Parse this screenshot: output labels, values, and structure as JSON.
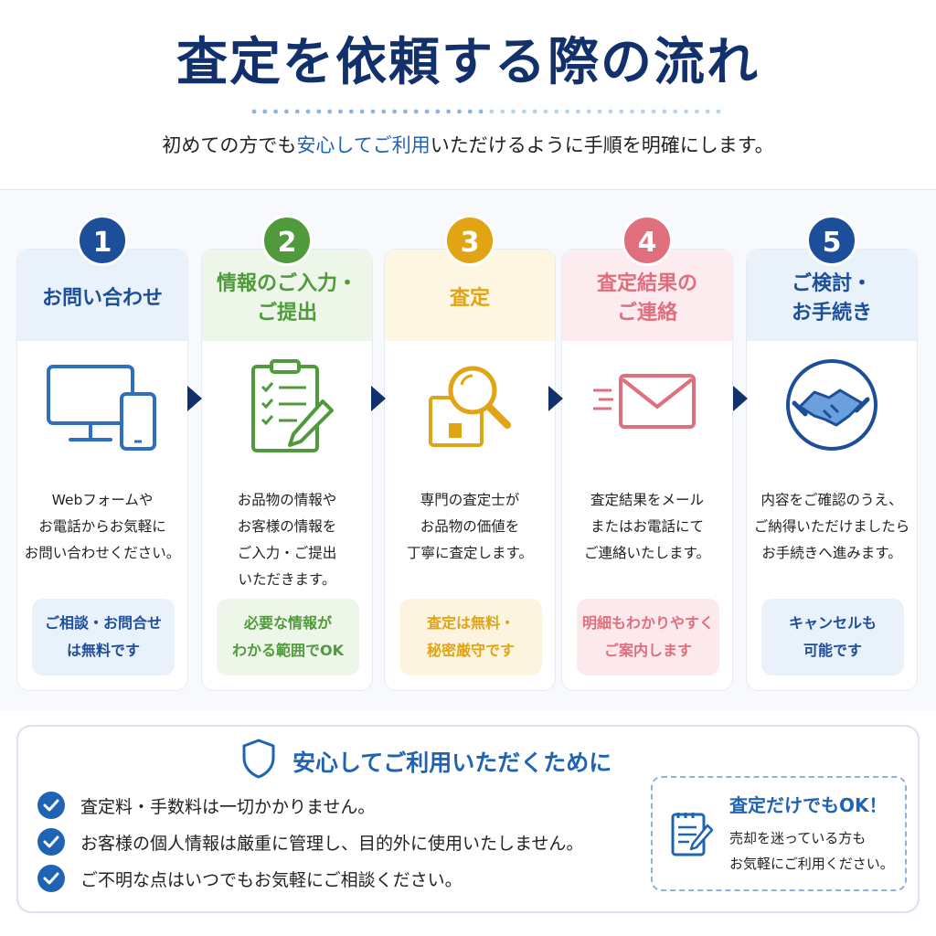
{
  "header": {
    "title": "査定を依頼する際の流れ",
    "subtitle_before": "初めての方でも",
    "subtitle_highlight": "安心してご利用",
    "subtitle_after": "いただけるように手順を明確にします。"
  },
  "steps": [
    {
      "number": "1",
      "title": "お問い合わせ",
      "icon": "monitor-and-phone-icon",
      "description": "Webフォームや\nお電話からお気軽に\nお問い合わせください。",
      "note": "ご相談・お問合せ\nは無料です",
      "color": "#1d4e9a",
      "head_bg": "#e9f1fb",
      "note_bg": "#e9f1fb"
    },
    {
      "number": "2",
      "title": "情報のご入力・\nご提出",
      "icon": "clipboard-checklist-icon",
      "description": "お品物の情報や\nお客様の情報を\nご入力・ご提出\nいただきます。",
      "note": "必要な情報が\nわかる範囲でOK",
      "color": "#4f9a3a",
      "head_bg": "#eef6e9",
      "note_bg": "#eef6e9"
    },
    {
      "number": "3",
      "title": "査定",
      "icon": "magnifier-box-icon",
      "description": "専門の査定士が\nお品物の価値を\n丁寧に査定します。",
      "note": "査定は無料・\n秘密厳守です",
      "color": "#e0a414",
      "head_bg": "#fdf6e3",
      "note_bg": "#fdf4df"
    },
    {
      "number": "4",
      "title": "査定結果の\nご連絡",
      "icon": "envelope-icon",
      "description": "査定結果をメール\nまたはお電話にて\nご連絡いたします。",
      "note": "明細もわかりやすく\nご案内します",
      "color": "#df6f7d",
      "head_bg": "#fcecef",
      "note_bg": "#fbe9ec"
    },
    {
      "number": "5",
      "title": "ご検討・\nお手続き",
      "icon": "handshake-icon",
      "description": "内容をご確認のうえ、\nご納得いただけましたら\nお手続きへ進みます。",
      "note": "キャンセルも\n可能です",
      "color": "#1d4e9a",
      "head_bg": "#e9f1fb",
      "note_bg": "#e9f1fb"
    }
  ],
  "assurance": {
    "title": "安心してご利用いただくために",
    "items": [
      "査定料・手数料は一切かかりません。",
      "お客様の個人情報は厳重に管理し、目的外に使用いたしません。",
      "ご不明な点はいつでもお気軽にご相談ください。"
    ],
    "ok_box": {
      "title": "査定だけでもOK！",
      "text": "売却を迷っている方も\nお気軽にご利用ください。"
    }
  },
  "colors": {
    "navy": "#12306b",
    "accent_blue": "#1f63b4"
  }
}
